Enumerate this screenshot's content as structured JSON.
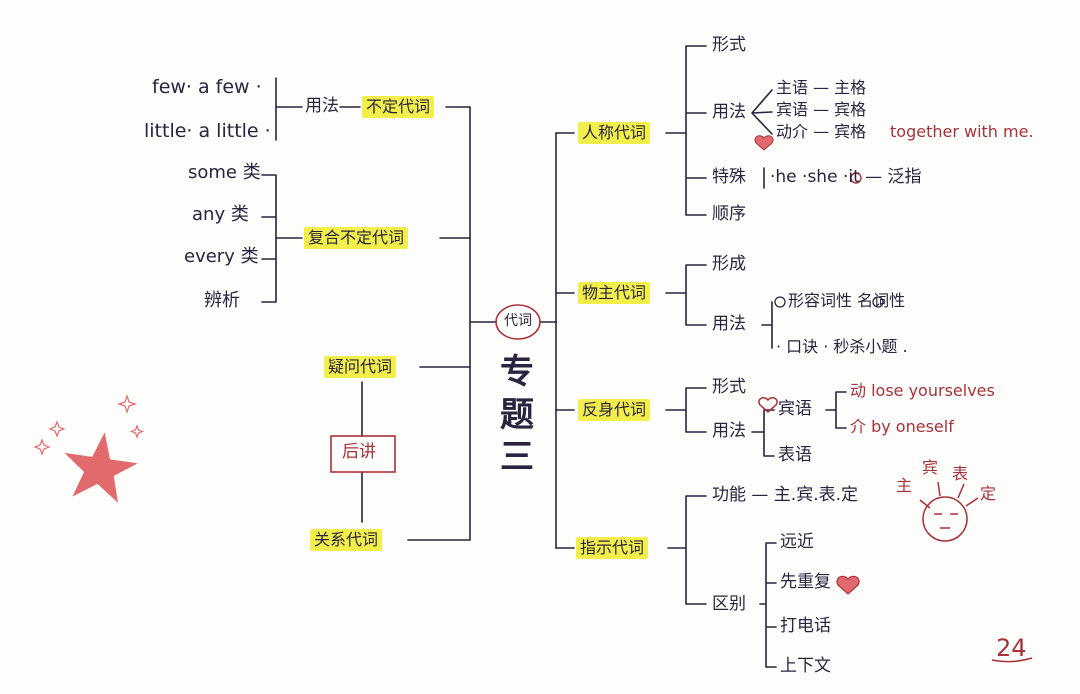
{
  "center": {
    "circle": "代词",
    "title": [
      "专",
      "题",
      "三"
    ]
  },
  "left": {
    "indef_group": {
      "line1": "few· a few ·",
      "line2": "little· a little ·"
    },
    "usage": "用法",
    "indef_pronoun": "不定代词",
    "compound_items": [
      "some 类",
      "any 类",
      "every 类",
      "辨析"
    ],
    "compound_pronoun": "复合不定代词",
    "interrogative": "疑问代词",
    "later": "后讲",
    "relative": "关系代词"
  },
  "right": {
    "personal": {
      "label": "人称代词",
      "form": "形式",
      "usage": "用法",
      "usage_items": [
        "主语 — 主格",
        "宾语 — 宾格",
        "动介 — 宾格"
      ],
      "note": "together with me.",
      "special": "特殊",
      "special_detail": "·he ·she ·it — 泛指",
      "order": "顺序"
    },
    "possessive": {
      "label": "物主代词",
      "form": "形成",
      "usage": "用法",
      "line1": "形容词性  名词性",
      "line2": "· 口诀  · 秒杀小题 ."
    },
    "reflexive": {
      "label": "反身代词",
      "form": "形式",
      "usage": "用法",
      "object": "宾语",
      "predicative": "表语",
      "verb_ex": "动 lose yourselves",
      "prep_ex": "介 by oneself"
    },
    "demonstrative": {
      "label": "指示代词",
      "function": "功能 — 主.宾.表.定",
      "diff": "区别",
      "diff_items": [
        "远近",
        "先重复",
        "打电话",
        "上下文"
      ]
    }
  },
  "doodle": {
    "letters": [
      "主",
      "宾",
      "表",
      "定"
    ]
  },
  "page_number": "24",
  "colors": {
    "highlight": "#f3ef4a",
    "ink": "#2a2440",
    "red": "#a8323a",
    "star": "#e26a6c"
  }
}
